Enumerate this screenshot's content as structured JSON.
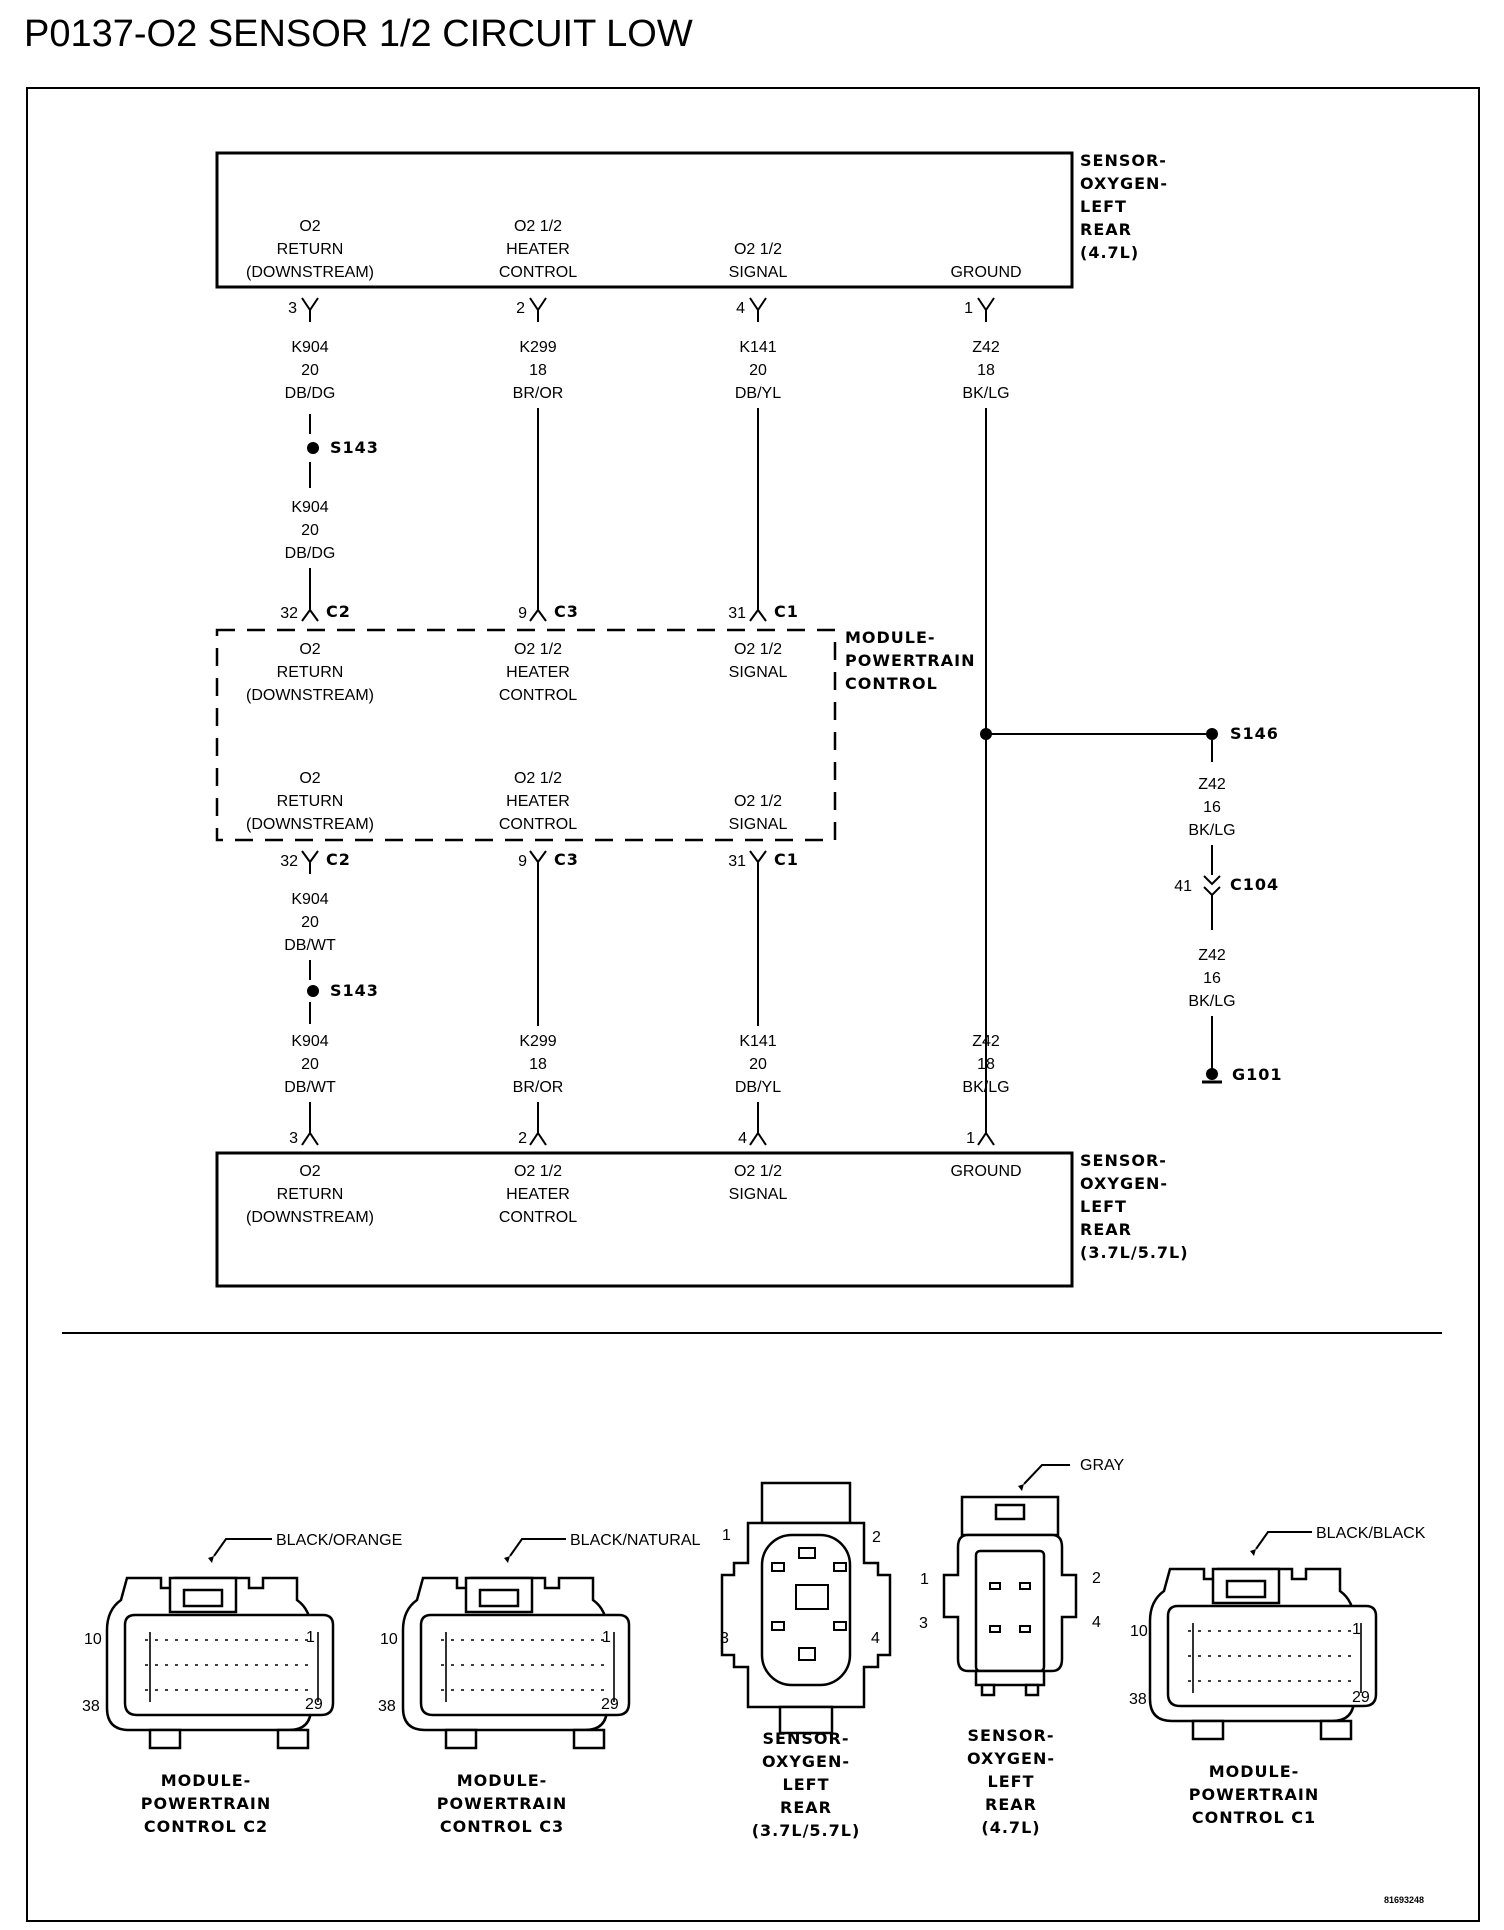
{
  "title": "P0137-O2 SENSOR 1/2 CIRCUIT LOW",
  "sensor_top": {
    "name": [
      "SENSOR-",
      "OXYGEN-",
      "LEFT",
      "REAR",
      "(4.7L)"
    ],
    "cavities": {
      "return": [
        "O2",
        "RETURN",
        "(DOWNSTREAM)"
      ],
      "heater": [
        "O2 1/2",
        "HEATER",
        "CONTROL"
      ],
      "signal": [
        "O2 1/2",
        "SIGNAL"
      ],
      "ground": [
        "GROUND"
      ]
    },
    "pins": {
      "return": "3",
      "heater": "2",
      "signal": "4",
      "ground": "1"
    }
  },
  "wires_top": {
    "return_a": [
      "K904",
      "20",
      "DB/DG"
    ],
    "return_b": [
      "K904",
      "20",
      "DB/DG"
    ],
    "heater": [
      "K299",
      "18",
      "BR/OR"
    ],
    "signal": [
      "K141",
      "20",
      "DB/YL"
    ],
    "ground": [
      "Z42",
      "18",
      "BK/LG"
    ]
  },
  "splices": {
    "s143": "S143",
    "s146": "S146",
    "g101": "G101"
  },
  "pcm": {
    "name": [
      "MODULE-",
      "POWERTRAIN",
      "CONTROL"
    ],
    "connectors": {
      "c1": "C1",
      "c2": "C2",
      "c3": "C3"
    },
    "pins": {
      "return": "32",
      "heater": "9",
      "signal": "31"
    },
    "cavities": {
      "return": [
        "O2",
        "RETURN",
        "(DOWNSTREAM)"
      ],
      "heater": [
        "O2 1/2",
        "HEATER",
        "CONTROL"
      ],
      "signal": [
        "O2 1/2",
        "SIGNAL"
      ]
    }
  },
  "wires_bottom": {
    "return_a": [
      "K904",
      "20",
      "DB/WT"
    ],
    "return_b": [
      "K904",
      "20",
      "DB/WT"
    ],
    "heater": [
      "K299",
      "18",
      "BR/OR"
    ],
    "signal": [
      "K141",
      "20",
      "DB/YL"
    ],
    "ground": [
      "Z42",
      "18",
      "BK/LG"
    ]
  },
  "ground_branch": {
    "wire_a": [
      "Z42",
      "16",
      "BK/LG"
    ],
    "wire_b": [
      "Z42",
      "16",
      "BK/LG"
    ],
    "connector": "C104",
    "pin": "41"
  },
  "sensor_bottom": {
    "name": [
      "SENSOR-",
      "OXYGEN-",
      "LEFT",
      "REAR",
      "(3.7L/5.7L)"
    ],
    "cavities": {
      "return": [
        "O2",
        "RETURN",
        "(DOWNSTREAM)"
      ],
      "heater": [
        "O2 1/2",
        "HEATER",
        "CONTROL"
      ],
      "signal": [
        "O2 1/2",
        "SIGNAL"
      ],
      "ground": [
        "GROUND"
      ]
    },
    "pins": {
      "return": "3",
      "heater": "2",
      "signal": "4",
      "ground": "1"
    }
  },
  "connector_views": {
    "pcm_c2": {
      "color": "BLACK/ORANGE",
      "pins": [
        "10",
        "1",
        "38",
        "29"
      ],
      "name": [
        "MODULE-",
        "POWERTRAIN",
        "CONTROL C2"
      ]
    },
    "pcm_c3": {
      "color": "BLACK/NATURAL",
      "pins": [
        "10",
        "1",
        "38",
        "29"
      ],
      "name": [
        "MODULE-",
        "POWERTRAIN",
        "CONTROL C3"
      ]
    },
    "sensor_37": {
      "pins": [
        "1",
        "2",
        "3",
        "4"
      ],
      "name": [
        "SENSOR-",
        "OXYGEN-",
        "LEFT",
        "REAR",
        "(3.7L/5.7L)"
      ]
    },
    "sensor_47": {
      "color": "GRAY",
      "pins": [
        "1",
        "2",
        "3",
        "4"
      ],
      "name": [
        "SENSOR-",
        "OXYGEN-",
        "LEFT",
        "REAR",
        "(4.7L)"
      ]
    },
    "pcm_c1": {
      "color": "BLACK/BLACK",
      "pins": [
        "10",
        "1",
        "38",
        "29"
      ],
      "name": [
        "MODULE-",
        "POWERTRAIN",
        "CONTROL C1"
      ]
    }
  },
  "figure_code": "81693248"
}
